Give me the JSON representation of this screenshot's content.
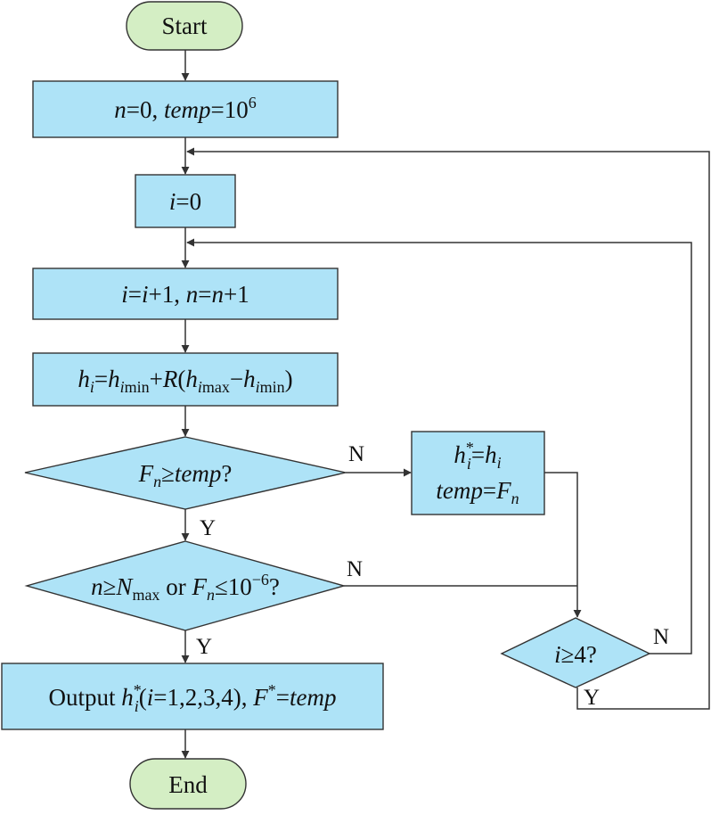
{
  "diagram": {
    "start": {
      "label": "Start"
    },
    "end": {
      "label": "End"
    },
    "init": {
      "n": "n",
      "eq0": "=0, ",
      "temp": "temp",
      "eq": "=10",
      "exp": "6"
    },
    "reset_i": {
      "i": "i",
      "eq": "=0"
    },
    "increment": {
      "i1": "i",
      "eq1": "=",
      "i2": "i",
      "plus1": "+1, ",
      "n1": "n",
      "eq2": "=",
      "n2": "n",
      "plus2": "+1"
    },
    "random_h": {
      "h1": "h",
      "sub1": "i",
      "eq": "=",
      "h2": "h",
      "sub2a": "i",
      "sub2b": "min",
      "plus": "+",
      "R": "R",
      "paren": "(",
      "h3": "h",
      "sub3a": "i",
      "sub3b": "max",
      "minus": "−",
      "h4": "h",
      "sub4a": "i",
      "sub4b": "min",
      "close": ")"
    },
    "decision_temp": {
      "F": "F",
      "sub": "n",
      "ge": "≥",
      "temp": "temp",
      "q": "?"
    },
    "update": {
      "h1": "h",
      "sup": "*",
      "sub1": "i",
      "eq": "=",
      "h2": "h",
      "sub2": "i",
      "temp": "temp",
      "eq2": "=",
      "F": "F",
      "subF": "n"
    },
    "decision_stop": {
      "n": "n",
      "ge": "≥",
      "N": "N",
      "subN": "max",
      "or": " or ",
      "F": "F",
      "subF": "n",
      "le": "≤10",
      "exp": "−6",
      "q": "?"
    },
    "decision_i": {
      "i": "i",
      "rest": "≥4?"
    },
    "output": {
      "prefix": "Output ",
      "h": "h",
      "sup": "*",
      "sub": "i",
      "paren": "(",
      "i": "i",
      "list": "=1,2,3,4), ",
      "F": "F",
      "supF": "*",
      "eq": "=",
      "temp": "temp"
    },
    "edge_labels": {
      "yes": "Y",
      "no": "N"
    }
  }
}
